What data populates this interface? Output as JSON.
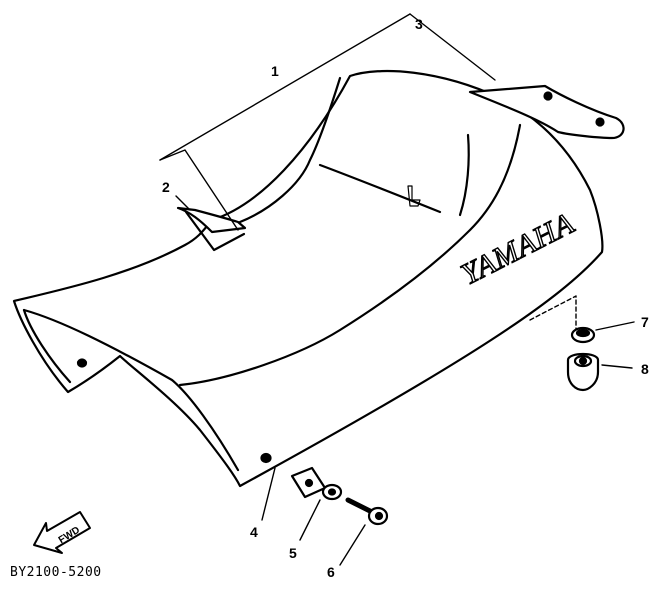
{
  "brand_text": "YAMAHA",
  "part_labels": {
    "p1": "1",
    "p2": "2",
    "p3": "3",
    "p4": "4",
    "p5": "5",
    "p6": "6",
    "p7": "7",
    "p8": "8"
  },
  "direction_label": "FWD",
  "drawing_code": "BY2100-5200"
}
